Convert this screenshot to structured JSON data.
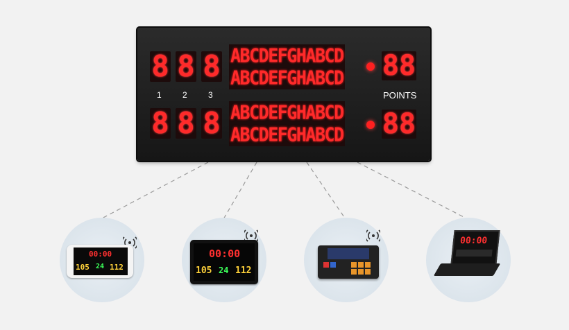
{
  "scoreboard": {
    "top_digits": [
      "8",
      "8",
      "8"
    ],
    "bottom_digits": [
      "8",
      "8",
      "8"
    ],
    "period_labels": [
      "1",
      "2",
      "3"
    ],
    "text_rows": [
      "ABCDEFGHABCD",
      "ABCDEFGHABCD",
      "ABCDEFGHABCD",
      "ABCDEFGHABCD"
    ],
    "points_top": "88",
    "points_bottom": "88",
    "points_label": "POINTS",
    "led_color": "#ff2a2a"
  },
  "devices": [
    {
      "name": "smartphone",
      "time": "00:00",
      "score_left": "105",
      "score_mid": "24",
      "score_right": "112",
      "wireless": true
    },
    {
      "name": "tablet",
      "time": "00:00",
      "score_left": "105",
      "score_mid": "24",
      "score_right": "112",
      "wireless": true
    },
    {
      "name": "control-console",
      "wireless": true
    },
    {
      "name": "laptop",
      "time": "00:00",
      "wireless": false
    }
  ]
}
